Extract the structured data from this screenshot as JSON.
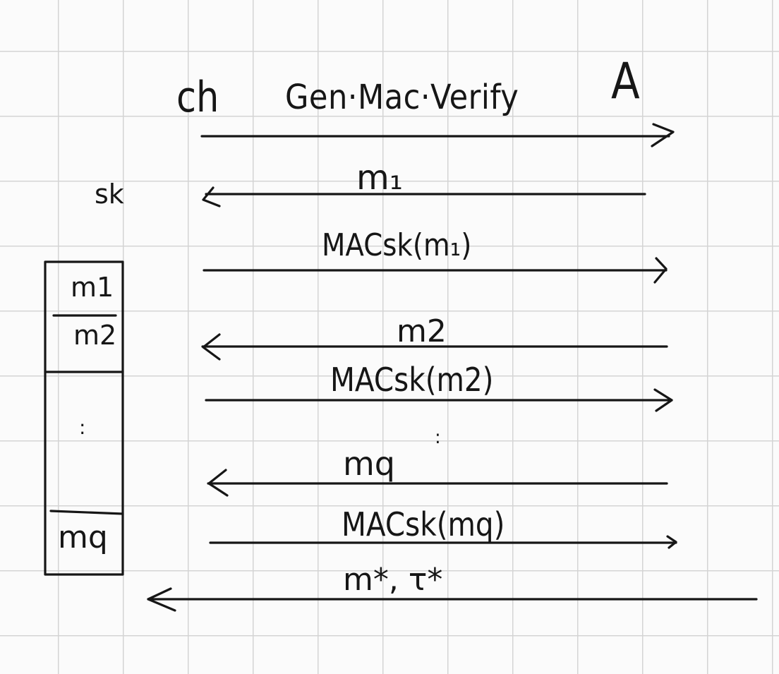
{
  "header": {
    "challenger": "ch",
    "scheme": "Gen·Mac·Verify",
    "adversary": "A"
  },
  "key_label": "sk",
  "messages": [
    {
      "label": "",
      "direction": "to-adversary"
    },
    {
      "label": "m₁",
      "direction": "to-challenger"
    },
    {
      "label": "MACsk(m₁)",
      "direction": "to-adversary"
    },
    {
      "label": "m2",
      "direction": "to-challenger"
    },
    {
      "label": "MACsk(m2)",
      "direction": "to-adversary"
    },
    {
      "label": "mq",
      "direction": "to-challenger"
    },
    {
      "label": "MACsk(mq)",
      "direction": "to-adversary"
    },
    {
      "label": "m*, τ*",
      "direction": "to-challenger"
    }
  ],
  "ellipsis": ":",
  "query_table": {
    "rows": [
      "m1",
      "m2",
      "mq"
    ],
    "ellipsis": ":"
  }
}
